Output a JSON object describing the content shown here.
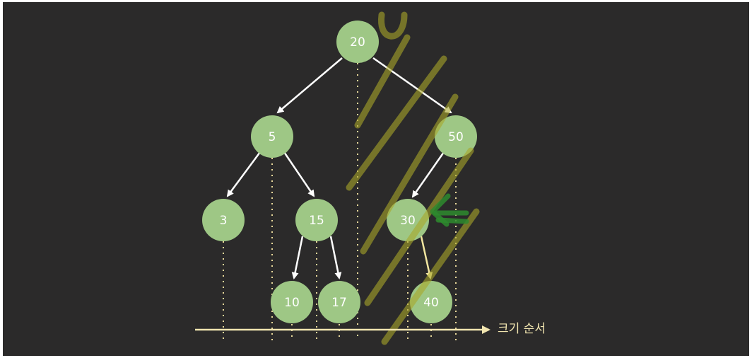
{
  "diagram": {
    "type": "binary-search-tree",
    "colors": {
      "background": "#2b2a2a",
      "node_fill": "#9ec785",
      "edge": "#ffffff",
      "edge_highlight": "#f2e6a0",
      "guide": "#e8d89a",
      "axis": "#f2e6b0",
      "annotation_strokes": "#9a9a2a",
      "annotation_arrow": "#2e8b2e"
    },
    "nodes": [
      {
        "id": "n20",
        "label": "20"
      },
      {
        "id": "n5",
        "label": "5"
      },
      {
        "id": "n50",
        "label": "50"
      },
      {
        "id": "n3",
        "label": "3"
      },
      {
        "id": "n15",
        "label": "15"
      },
      {
        "id": "n30",
        "label": "30"
      },
      {
        "id": "n10",
        "label": "10"
      },
      {
        "id": "n17",
        "label": "17"
      },
      {
        "id": "n40",
        "label": "40"
      }
    ],
    "edges": [
      {
        "from": "20",
        "to": "5"
      },
      {
        "from": "20",
        "to": "50"
      },
      {
        "from": "5",
        "to": "3"
      },
      {
        "from": "5",
        "to": "15"
      },
      {
        "from": "50",
        "to": "30"
      },
      {
        "from": "15",
        "to": "10"
      },
      {
        "from": "15",
        "to": "17"
      },
      {
        "from": "30",
        "to": "40"
      }
    ],
    "axis_label": "크기 순서"
  }
}
